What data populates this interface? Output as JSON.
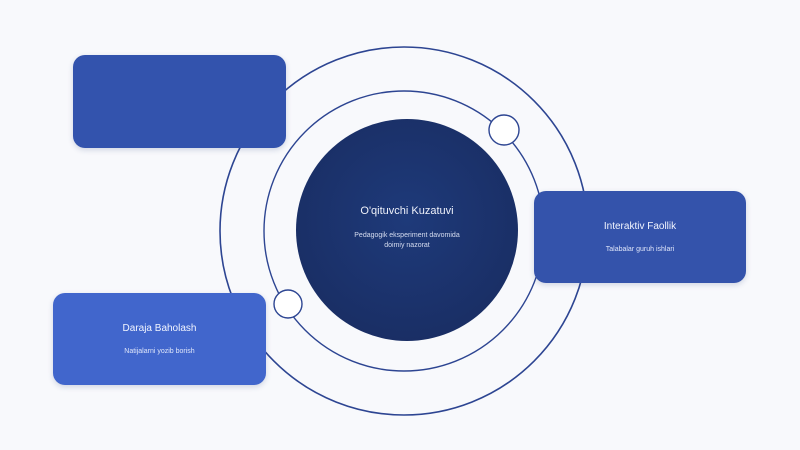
{
  "diagram": {
    "center": {
      "title": "O'qituvchi Kuzatuvi",
      "subtitle": "Pedagogik eksperiment davomida doimiy nazorat"
    },
    "cards": {
      "top_left": {
        "title": "",
        "subtitle": ""
      },
      "right": {
        "title": "Interaktiv Faollik",
        "subtitle": "Talabalar guruh ishlari"
      },
      "bottom_left": {
        "title": "Daraja Baholash",
        "subtitle": "Natijalarni yozib borish"
      }
    }
  },
  "colors": {
    "background": "#f8f9fc",
    "center_circle": "#1a2f66",
    "ring_stroke": "#2d4592",
    "card_top": "#3353ad",
    "card_right": "#3453ab",
    "card_bottom": "#4166cc"
  }
}
